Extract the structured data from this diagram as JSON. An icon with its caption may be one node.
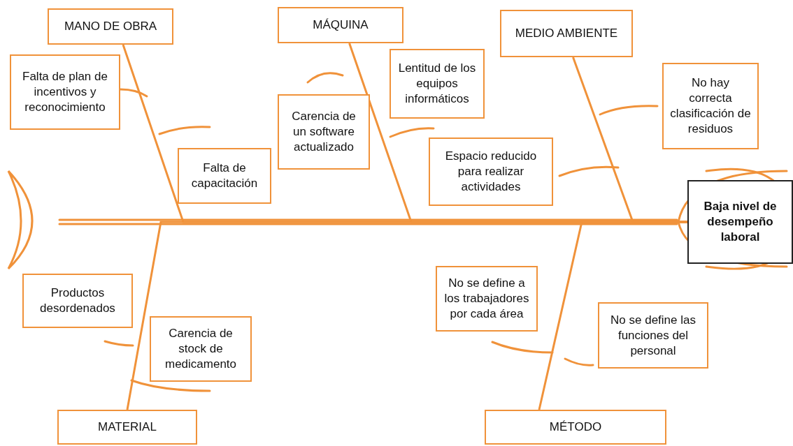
{
  "diagram": {
    "nodes": [
      {
        "text": [
          "MANO DE OBRA"
        ]
      },
      {
        "text": [
          "MÁQUINA"
        ]
      },
      {
        "text": [
          "MEDIO AMBIENTE"
        ]
      },
      {
        "text": [
          "Falta de plan de incentivos y reconocimiento"
        ]
      },
      {
        "text": [
          "Lentitud de los equipos informáticos"
        ]
      },
      {
        "text": [
          "No hay correcta clasificación de residuos"
        ]
      },
      {
        "text": [
          "Carencia de un software actualizado"
        ]
      },
      {
        "text": [
          "Espacio reducido para realizar actividades"
        ]
      },
      {
        "text": [
          "Falta de capacitación"
        ]
      },
      {
        "text": [
          "Baja nivel de desempeño laboral"
        ]
      },
      {
        "text": [
          "No se define a los trabajadores por cada área"
        ]
      },
      {
        "text": [
          "Productos desordenados"
        ]
      },
      {
        "text": [
          "No se define las funciones del personal"
        ]
      },
      {
        "text": [
          "Carencia de stock de medicamento"
        ]
      },
      {
        "text": [
          "MATERIAL"
        ]
      },
      {
        "text": [
          "MÉTODO"
        ]
      }
    ],
    "edges": [
      {
        "from": 0,
        "to": 9,
        "arrow": "none"
      },
      {
        "from": 1,
        "to": 9,
        "arrow": "none"
      },
      {
        "from": 2,
        "to": 9,
        "arrow": "none"
      },
      {
        "from": 14,
        "to": 9,
        "arrow": "none"
      },
      {
        "from": 15,
        "to": 9,
        "arrow": "none"
      }
    ]
  }
}
